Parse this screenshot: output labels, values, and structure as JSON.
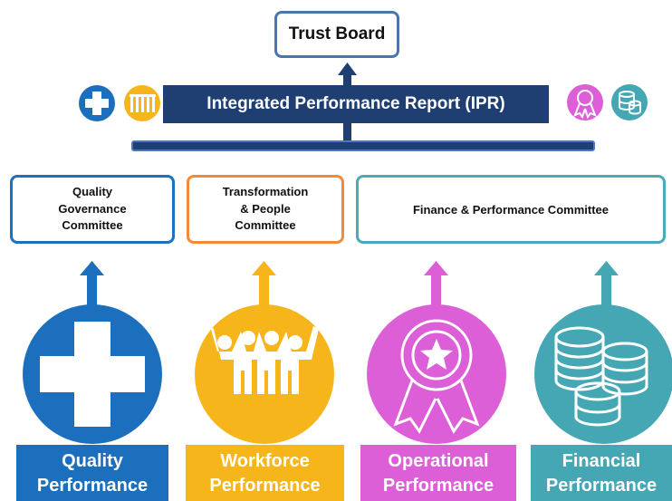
{
  "trust_board": "Trust Board",
  "ipr": "Integrated Performance Report (IPR)",
  "committees": {
    "quality": [
      "Quality",
      "Governance",
      "Committee"
    ],
    "transformation": [
      "Transformation",
      "& People",
      "Committee"
    ],
    "finance": "Finance & Performance Committee"
  },
  "areas": {
    "quality": [
      "Quality",
      "Performance"
    ],
    "workforce": [
      "Workforce",
      "Performance"
    ],
    "operational": [
      "Operational",
      "Performance"
    ],
    "financial": [
      "Financial",
      "Performance"
    ]
  },
  "colors": {
    "navy": "#1f3e72",
    "quality": "#1b72bd",
    "workforce": "#f7b51c",
    "operational": "#dd5fd7",
    "financial": "#4aabb8",
    "transformation_border": "#f08b3b"
  },
  "icons": {
    "quality": "medical-cross-icon",
    "workforce": "people-group-icon",
    "operational": "award-rosette-icon",
    "financial": "coin-stack-icon"
  }
}
